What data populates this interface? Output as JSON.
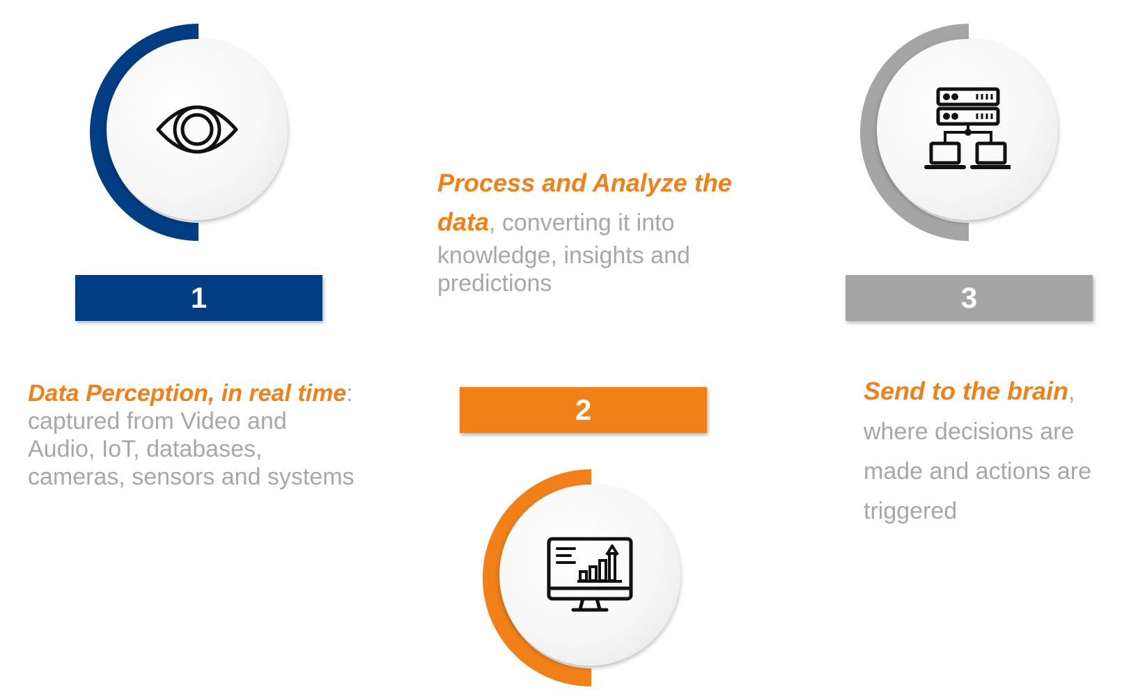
{
  "colors": {
    "step1": "#003d82",
    "step2": "#f18018",
    "step3": "#a5a5a5",
    "highlight": "#f18018",
    "body_text": "#a7a7a7"
  },
  "steps": [
    {
      "number": "1",
      "icon": "eye-icon",
      "highlight": "Data Perception, in real time",
      "rest": ": captured from Video and Audio, IoT, databases, cameras, sensors and systems"
    },
    {
      "number": "2",
      "icon": "monitor-chart-icon",
      "highlight": "Process and Analyze the data",
      "rest": ", converting it into knowledge, insights and predictions"
    },
    {
      "number": "3",
      "icon": "server-network-icon",
      "highlight": "Send to the brain",
      "rest": ", where decisions are made and actions are triggered"
    }
  ]
}
